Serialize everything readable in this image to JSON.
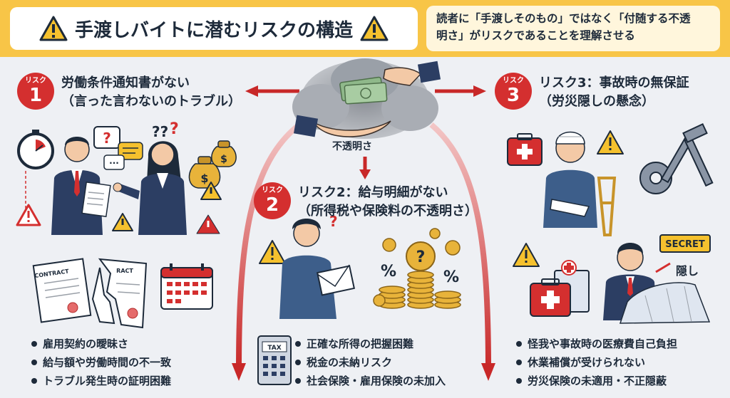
{
  "header": {
    "title": "手渡しバイトに潜むリスクの構造",
    "purpose_line1": "読者に「手渡しそのもの」ではなく「付随する不透",
    "purpose_line2": "明さ」がリスクであることを理解させる"
  },
  "center": {
    "label": "不透明さ"
  },
  "risk_prefix": "リスク",
  "risks": [
    {
      "number": "1",
      "title_line1": "労働条件通知書がない",
      "title_line2": "（言った言わないのトラブル）",
      "bullets": [
        "雇用契約の曖昧さ",
        "給与額や労働時間の不一致",
        "トラブル発生時の証明困難"
      ]
    },
    {
      "number": "2",
      "title_line1": "リスク2：給与明細がない",
      "title_line2": "（所得税や保険料の不透明さ）",
      "bullets": [
        "正確な所得の把握困難",
        "税金の未納リスク",
        "社会保険・雇用保険の未加入"
      ]
    },
    {
      "number": "3",
      "title_line1": "リスク3：事故時の無保証",
      "title_line2": "（労災隠しの懸念）",
      "bullets": [
        "怪我や事故時の医療費自己負担",
        "休業補償が受けられない",
        "労災保険の未適用・不正隠蔽"
      ]
    }
  ],
  "illustration_text": {
    "contract1": "CONTRACT",
    "contract2": "RACT",
    "tax": "TAX",
    "secret": "SECRET",
    "hide": "隠し",
    "percent": "%",
    "question": "?",
    "double_question": "??",
    "dollar": "$"
  },
  "colors": {
    "header_bg": "#f8c547",
    "accent_red": "#d42f2f",
    "navy": "#2c3e63",
    "warning_yellow": "#f5c12e",
    "coin_gold": "#e8b33a",
    "money_green": "#8fb88a"
  }
}
